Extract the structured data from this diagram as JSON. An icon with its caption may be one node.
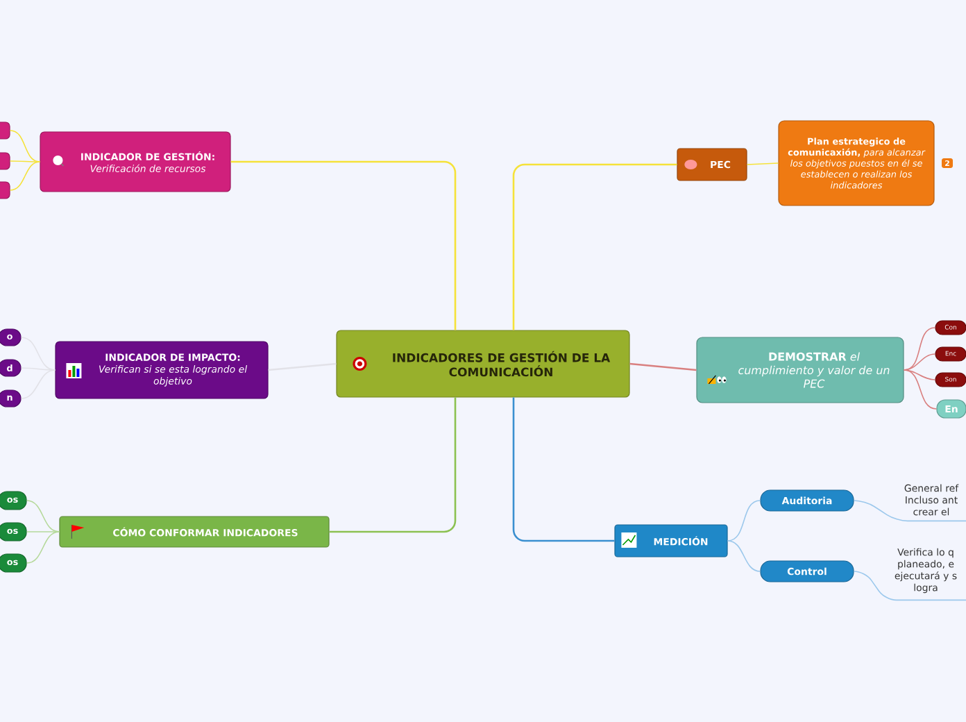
{
  "diagram": {
    "nodes": [
      {
        "text": [
          "INDICADORES DE GESTIÓN DE LA COMUNICACIÓN"
        ]
      },
      {
        "text": [
          "**INDICADOR DE GESTIÓN:** *Verificación de recursos*"
        ]
      },
      {
        "text": [],
        "shape": "box"
      },
      {
        "text": [],
        "shape": "box"
      },
      {
        "text": [],
        "shape": "box"
      },
      {
        "text": [
          "**INDICADOR DE IMPACTO:** *Verifican si se esta logrando el objetivo*"
        ]
      },
      {
        "text": [
          "o"
        ]
      },
      {
        "text": [
          "d"
        ]
      },
      {
        "text": [
          "n"
        ]
      },
      {
        "text": [
          "CÓMO CONFORMAR INDICADORES"
        ]
      },
      {
        "text": [
          "os"
        ]
      },
      {
        "text": [
          "os"
        ]
      },
      {
        "text": [
          "os"
        ]
      },
      {
        "text": [
          "PEC"
        ]
      },
      {
        "text": [
          "**Plan estrategico de comunicaxión,** *para alcanzar los objetivos puestos en él se establecen o realizan los indicadores*"
        ],
        "beside": [
          "2"
        ]
      },
      {
        "text": [
          "**DEMOSTRAR** *el cumplimiento y valor de un PEC*"
        ]
      },
      {
        "text": [
          "Con"
        ]
      },
      {
        "text": [
          "Enc"
        ]
      },
      {
        "text": [
          "Son"
        ]
      },
      {
        "text": [
          "En"
        ]
      },
      {
        "text": [
          "MEDICIÓN"
        ]
      },
      {
        "text": [
          "Auditoria"
        ]
      },
      {
        "text": [
          "Control"
        ]
      },
      {
        "text": [
          "General ref Incluso ant crear el"
        ]
      },
      {
        "text": [
          "Verifica lo q planeado, e ejecutará y s logra"
        ]
      }
    ],
    "edges": [
      {
        "from": 0,
        "to": 1,
        "arrow": "none",
        "color": "#f5e23a"
      },
      {
        "from": 1,
        "to": 2,
        "arrow": "none",
        "color": "#f5e23a"
      },
      {
        "from": 1,
        "to": 3,
        "arrow": "none",
        "color": "#f5e23a"
      },
      {
        "from": 1,
        "to": 4,
        "arrow": "none",
        "color": "#f5e23a"
      },
      {
        "from": 0,
        "to": 5,
        "arrow": "none",
        "color": "#e2e2e8"
      },
      {
        "from": 5,
        "to": 6,
        "arrow": "none",
        "color": "#e2e2e8"
      },
      {
        "from": 5,
        "to": 7,
        "arrow": "none",
        "color": "#e2e2e8"
      },
      {
        "from": 5,
        "to": 8,
        "arrow": "none",
        "color": "#e2e2e8"
      },
      {
        "from": 0,
        "to": 9,
        "arrow": "none",
        "color": "#8cc152"
      },
      {
        "from": 9,
        "to": 10,
        "arrow": "none",
        "color": "#b5d99a"
      },
      {
        "from": 9,
        "to": 11,
        "arrow": "none",
        "color": "#b5d99a"
      },
      {
        "from": 9,
        "to": 12,
        "arrow": "none",
        "color": "#b5d99a"
      },
      {
        "from": 0,
        "to": 13,
        "arrow": "none",
        "color": "#f5e23a"
      },
      {
        "from": 13,
        "to": 14,
        "arrow": "none",
        "color": "#f5e23a"
      },
      {
        "from": 0,
        "to": 15,
        "arrow": "none",
        "color": "#d98080"
      },
      {
        "from": 15,
        "to": 16,
        "arrow": "none",
        "color": "#d98080"
      },
      {
        "from": 15,
        "to": 17,
        "arrow": "none",
        "color": "#d98080"
      },
      {
        "from": 15,
        "to": 18,
        "arrow": "none",
        "color": "#d98080"
      },
      {
        "from": 15,
        "to": 19,
        "arrow": "none",
        "color": "#d98080"
      },
      {
        "from": 0,
        "to": 20,
        "arrow": "none",
        "color": "#3a8fd0"
      },
      {
        "from": 20,
        "to": 21,
        "arrow": "none",
        "color": "#9cc8ec"
      },
      {
        "from": 20,
        "to": 22,
        "arrow": "none",
        "color": "#9cc8ec"
      },
      {
        "from": 21,
        "to": 23,
        "arrow": "none",
        "color": "#9cc8ec"
      },
      {
        "from": 22,
        "to": 24,
        "arrow": "none",
        "color": "#9cc8ec"
      }
    ]
  }
}
